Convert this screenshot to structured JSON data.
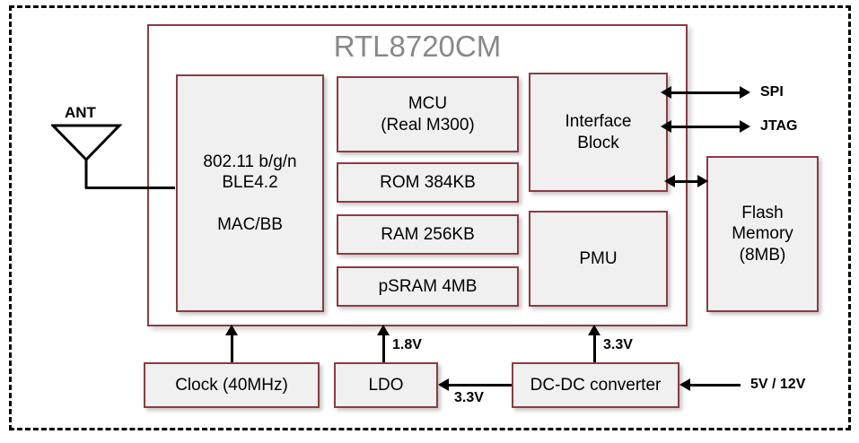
{
  "diagram": {
    "title": "RTL8720CM",
    "antenna_label": "ANT",
    "chip_blocks": {
      "macbb": "802.11 b/g/n\nBLE4.2\n\nMAC/BB",
      "macbb_line1": "802.11 b/g/n",
      "macbb_line2": "BLE4.2",
      "macbb_line3": "MAC/BB",
      "mcu_line1": "MCU",
      "mcu_line2": "(Real M300)",
      "rom": "ROM 384KB",
      "ram": "RAM 256KB",
      "psram": "pSRAM 4MB",
      "interface_line1": "Interface",
      "interface_line2": "Block",
      "pmu": "PMU"
    },
    "external_blocks": {
      "flash_line1": "Flash",
      "flash_line2": "Memory",
      "flash_line3": "(8MB)",
      "clock": "Clock (40MHz)",
      "ldo": "LDO",
      "dcdc": "DC-DC converter"
    },
    "signals": {
      "spi": "SPI",
      "jtag": "JTAG"
    },
    "voltages": {
      "ldo_out": "1.8V",
      "dcdc_to_ldo": "3.3V",
      "dcdc_out": "3.3V",
      "input_supply": "5V / 12V"
    },
    "colors": {
      "block_border": "#8c3b42",
      "block_fill": "#f0f0f0",
      "title_text": "#888888",
      "line": "#000000"
    }
  }
}
